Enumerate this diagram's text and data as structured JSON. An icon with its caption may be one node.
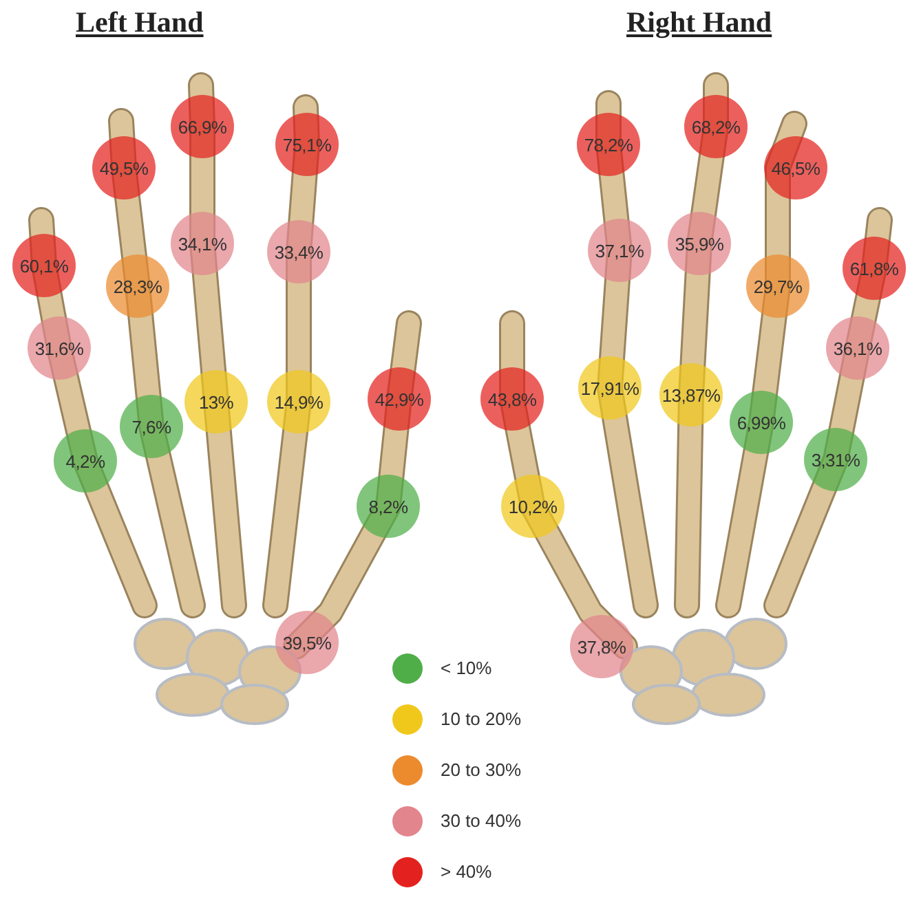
{
  "diagram": {
    "nodes": [
      {
        "text": [
          "66,9%"
        ]
      },
      {
        "text": [
          "75,1%"
        ]
      },
      {
        "text": [
          "49,5%"
        ]
      },
      {
        "text": [
          "34,1%"
        ]
      },
      {
        "text": [
          "33,4%"
        ]
      },
      {
        "text": [
          "60,1%"
        ]
      },
      {
        "text": [
          "28,3%"
        ]
      },
      {
        "text": [
          "31,6%"
        ]
      },
      {
        "text": [
          "13%"
        ]
      },
      {
        "text": [
          "14,9%"
        ]
      },
      {
        "text": [
          "42,9%"
        ]
      },
      {
        "text": [
          "7,6%"
        ]
      },
      {
        "text": [
          "4,2%"
        ]
      },
      {
        "text": [
          "8,2%"
        ]
      },
      {
        "text": [
          "39,5%"
        ]
      },
      {
        "text": [
          "68,2%"
        ]
      },
      {
        "text": [
          "78,2%"
        ]
      },
      {
        "text": [
          "46,5%"
        ]
      },
      {
        "text": [
          "35,9%"
        ]
      },
      {
        "text": [
          "37,1%"
        ]
      },
      {
        "text": [
          "61,8%"
        ]
      },
      {
        "text": [
          "29,7%"
        ]
      },
      {
        "text": [
          "36,1%"
        ]
      },
      {
        "text": [
          "17,91%"
        ]
      },
      {
        "text": [
          "13,87%"
        ]
      },
      {
        "text": [
          "43,8%"
        ]
      },
      {
        "text": [
          "6,99%"
        ]
      },
      {
        "text": [
          "3,31%"
        ]
      },
      {
        "text": [
          "10,2%"
        ]
      },
      {
        "text": [
          "37,8%"
        ]
      }
    ],
    "labels": [
      "Left Hand",
      "Right Hand"
    ],
    "legend": [
      {
        "text": "< 10%",
        "color": "#4fae48"
      },
      {
        "text": "10 to 20%",
        "color": "#f0c81c"
      },
      {
        "text": "20 to 30%",
        "color": "#ec8a2e"
      },
      {
        "text": "30 to 40%",
        "color": "#e2858c"
      },
      {
        "text": "> 40%",
        "color": "#e3221f"
      }
    ]
  }
}
